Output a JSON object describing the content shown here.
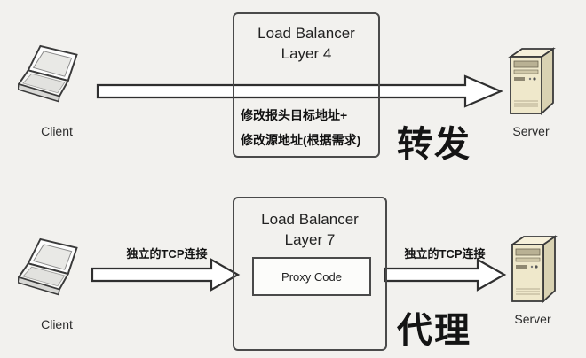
{
  "diagram": {
    "top": {
      "client_label": "Client",
      "server_label": "Server",
      "lb_title_line1": "Load Balancer",
      "lb_title_line2": "Layer 4",
      "note_line1": "修改报头目标地址+",
      "note_line2": "修改源地址(根据需求)",
      "mode_label": "转发"
    },
    "bottom": {
      "client_label": "Client",
      "server_label": "Server",
      "lb_title_line1": "Load Balancer",
      "lb_title_line2": "Layer 7",
      "proxy_box_label": "Proxy Code",
      "left_arrow_label": "独立的TCP连接",
      "right_arrow_label": "独立的TCP连接",
      "mode_label": "代理"
    },
    "colors": {
      "background": "#f2f1ee",
      "box_border": "#4a4a4a",
      "arrow_fill": "#ffffff",
      "arrow_stroke": "#2f2f2f",
      "mode_text": "#141414"
    }
  }
}
